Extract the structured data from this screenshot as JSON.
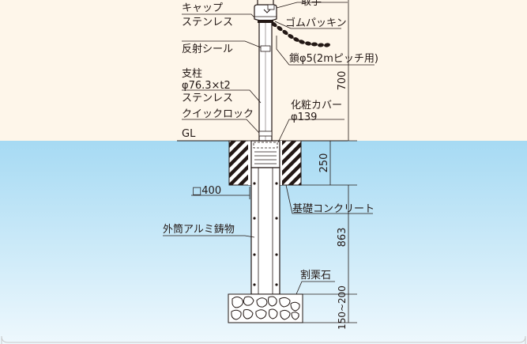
{
  "diagram": {
    "labels": {
      "handle": "取手",
      "cap": "キャップ",
      "cap_material": "ステンレス",
      "rubber_packing": "ゴムパッキン",
      "reflective_seal": "反射シール",
      "chain": "鎖φ5(2mピッチ用)",
      "post": "支柱",
      "post_size": "φ76.3×t2",
      "post_material": "ステンレス",
      "quick_lock": "クイックロック",
      "cosmetic_cover": "化粧カバー",
      "cover_size": "φ139",
      "ground_level": "GL",
      "foundation_size": "□400",
      "foundation_concrete": "基礎コンクリート",
      "outer_tube": "外筒アルミ鋳物",
      "crushed_stone": "割栗石"
    },
    "dimensions": {
      "above_ground": "700",
      "foundation_depth": "250",
      "buried_depth": "863",
      "stone_depth": "150~200"
    },
    "colors": {
      "background_top": "#fef6ea",
      "water_top": "#a6daf3",
      "water_bottom": "#eef8fd",
      "line": "#231815",
      "border": "#c9c9c9"
    }
  }
}
